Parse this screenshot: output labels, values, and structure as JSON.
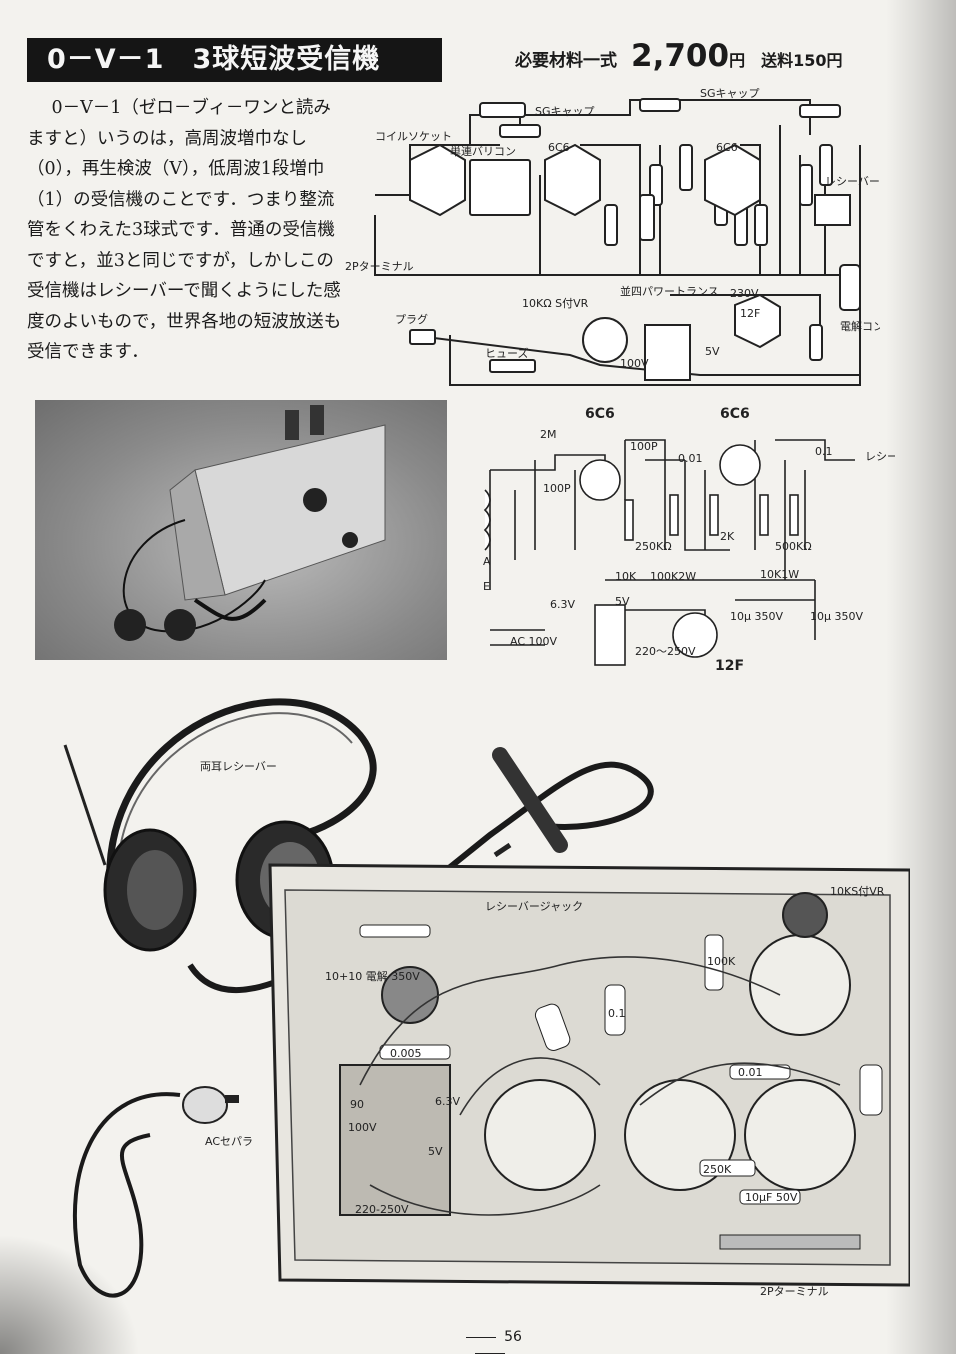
{
  "header": {
    "title": "0－V－1　3球短波受信機",
    "materials_label": "必要材料一式",
    "price": "2,700",
    "price_unit": "円",
    "shipping": "送料150円"
  },
  "intro_text": "0－V－1（ゼロ－ブィ－ワンと読みますと）いうのは，高周波増巾なし（0），再生検波（V），低周波1段増巾（1）の受信機のことです．つまり整流管をくわえた3球式です．普通の受信機ですと，並3と同じですが，しかしこの受信機はレシーバーで聞くようにした感度のよいもので，世界各地の短波放送も受信できます．",
  "wiring_labels": {
    "coil_socket": "コイルソケット",
    "variable_cap": "単連バリコン",
    "sg_cap_1": "SGキャップ",
    "sg_cap_2": "SGキャップ",
    "tube_1": "6C6",
    "tube_2": "6C6",
    "receiver_jack": "レシーバージャック",
    "terminal": "2Pターミナル",
    "plug": "プラグ",
    "fuse": "ヒューズ",
    "vr": "10KΩ S付VR",
    "power_trans": "並四パワートランス",
    "v230": "230V",
    "tube_12f": "12F",
    "v100": "100V",
    "v5": "5V",
    "e_cap": "電解コンデンサー"
  },
  "schematic_labels": {
    "tube_1": "6C6",
    "tube_2": "6C6",
    "r_2m": "2M",
    "c_100p_1": "100P",
    "c_100p_2": "100P",
    "c_001": "0.01",
    "c_01": "0.1",
    "receiver": "レシーバー",
    "r_250k": "250KΩ",
    "r_100k2w": "100K2W",
    "r_10k": "10K",
    "r_10k1w": "10K1W",
    "r_2k": "2K",
    "r_500k": "500KΩ",
    "v63": "6.3V",
    "v5": "5V",
    "c_10u_1": "10μ 350V",
    "c_10u_2": "10μ 350V",
    "ac": "AC 100V",
    "v220": "220～250V",
    "tube_12f": "12F",
    "ant_a": "A",
    "ant_e": "E"
  },
  "headphone_label": "両耳レシーバー",
  "chassis_labels": {
    "jack": "レシーバージャック",
    "vr": "10KS付VR",
    "ecap": "10+10 電解 350V",
    "c0005": "0.005",
    "ac_plug": "ACセパラ",
    "terminal": "2Pターミナル",
    "v63": "6.3V",
    "v90": "90",
    "v100": "100V",
    "v5": "5V",
    "v220": "220-250V",
    "c01": "0.1",
    "c001": "0.01",
    "r250k": "250K",
    "c10u": "10μF 50V",
    "r100k": "100K"
  },
  "page_number": "56"
}
